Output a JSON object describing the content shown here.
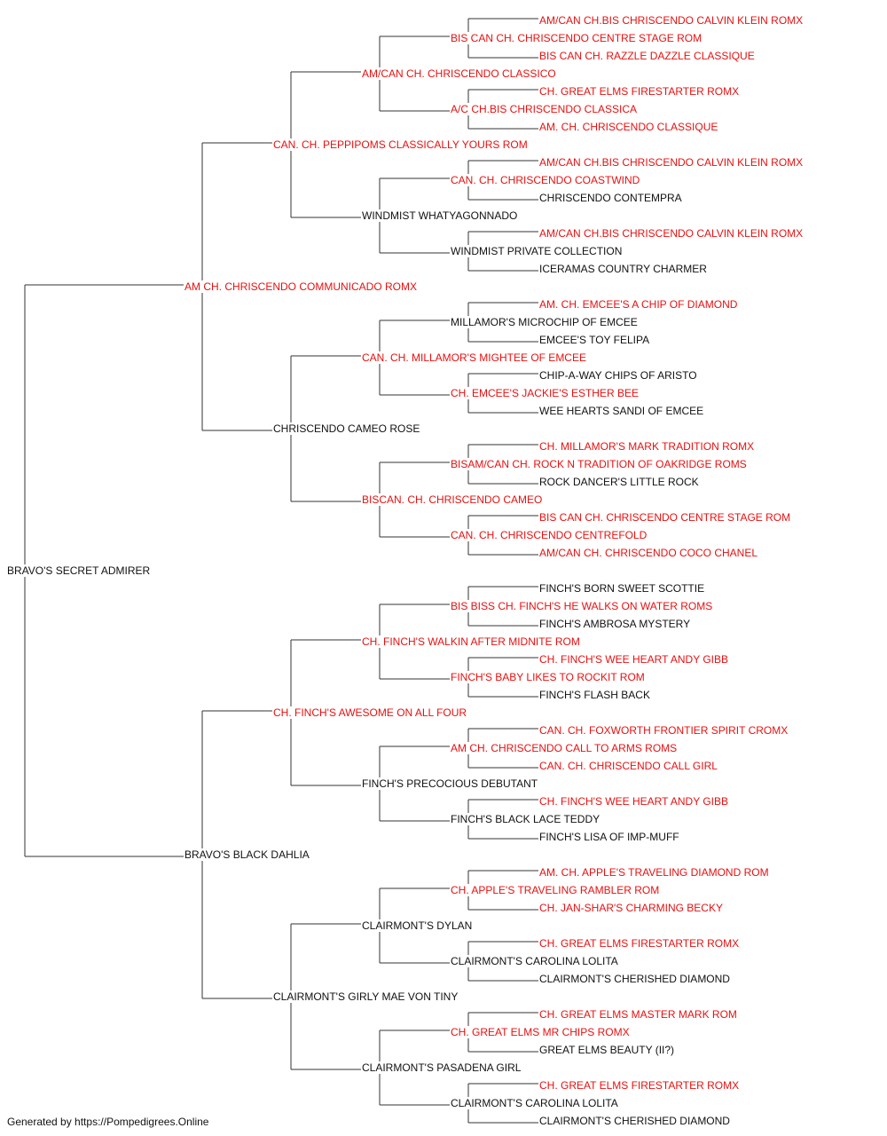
{
  "colors": {
    "champion": "#e81010",
    "normal": "#111111",
    "line": "#333333"
  },
  "pedigree": [
    {
      "text": "BRAVO'S SECRET ADMIRER",
      "red": false
    },
    {
      "text": "AM CH. CHRISCENDO COMMUNICADO ROMX",
      "red": true
    },
    {
      "text": "CAN. CH. PEPPIPOMS CLASSICALLY YOURS ROM",
      "red": true
    },
    {
      "text": "AM/CAN CH. CHRISCENDO CLASSICO",
      "red": true
    },
    {
      "text": "BIS CAN CH. CHRISCENDO CENTRE STAGE ROM",
      "red": true
    },
    {
      "text": "AM/CAN CH.BIS CHRISCENDO CALVIN KLEIN ROMX",
      "red": true
    },
    {
      "text": "BIS CAN CH. RAZZLE DAZZLE CLASSIQUE",
      "red": true
    },
    {
      "text": "A/C CH.BIS CHRISCENDO CLASSICA",
      "red": true
    },
    {
      "text": "CH. GREAT ELMS FIRESTARTER ROMX",
      "red": true
    },
    {
      "text": "AM. CH. CHRISCENDO CLASSIQUE",
      "red": true
    },
    {
      "text": "WINDMIST WHATYAGONNADO",
      "red": false
    },
    {
      "text": "CAN. CH. CHRISCENDO COASTWIND",
      "red": true
    },
    {
      "text": "AM/CAN CH.BIS CHRISCENDO CALVIN KLEIN ROMX",
      "red": true
    },
    {
      "text": "CHRISCENDO CONTEMPRA",
      "red": false
    },
    {
      "text": "WINDMIST PRIVATE COLLECTION",
      "red": false
    },
    {
      "text": "AM/CAN CH.BIS CHRISCENDO CALVIN KLEIN ROMX",
      "red": true
    },
    {
      "text": "ICERAMAS COUNTRY CHARMER",
      "red": false
    },
    {
      "text": "CHRISCENDO CAMEO ROSE",
      "red": false
    },
    {
      "text": "CAN. CH. MILLAMOR'S MIGHTEE OF EMCEE",
      "red": true
    },
    {
      "text": "MILLAMOR'S MICROCHIP OF EMCEE",
      "red": false
    },
    {
      "text": "AM. CH. EMCEE'S A CHIP OF DIAMOND",
      "red": true
    },
    {
      "text": "EMCEE'S TOY FELIPA",
      "red": false
    },
    {
      "text": "CH. EMCEE'S JACKIE'S ESTHER BEE",
      "red": true
    },
    {
      "text": "CHIP-A-WAY CHIPS OF ARISTO",
      "red": false
    },
    {
      "text": "WEE HEARTS SANDI OF EMCEE",
      "red": false
    },
    {
      "text": "BISCAN. CH. CHRISCENDO CAMEO",
      "red": true
    },
    {
      "text": "BISAM/CAN CH. ROCK N TRADITION OF OAKRIDGE ROMS",
      "red": true
    },
    {
      "text": "CH. MILLAMOR'S MARK TRADITION ROMX",
      "red": true
    },
    {
      "text": "ROCK DANCER'S LITTLE ROCK",
      "red": false
    },
    {
      "text": "CAN. CH. CHRISCENDO CENTREFOLD",
      "red": true
    },
    {
      "text": "BIS CAN CH. CHRISCENDO CENTRE STAGE ROM",
      "red": true
    },
    {
      "text": "AM/CAN CH. CHRISCENDO COCO CHANEL",
      "red": true
    },
    {
      "text": "BRAVO'S BLACK DAHLIA",
      "red": false
    },
    {
      "text": "CH. FINCH'S AWESOME ON ALL FOUR",
      "red": true
    },
    {
      "text": "CH. FINCH'S WALKIN AFTER MIDNITE ROM",
      "red": true
    },
    {
      "text": "BIS BISS CH. FINCH'S HE WALKS ON WATER ROMS",
      "red": true
    },
    {
      "text": "FINCH'S BORN SWEET SCOTTIE",
      "red": false
    },
    {
      "text": "FINCH'S AMBROSA MYSTERY",
      "red": false
    },
    {
      "text": "FINCH'S BABY LIKES TO ROCKIT ROM",
      "red": true
    },
    {
      "text": "CH. FINCH'S WEE HEART ANDY GIBB",
      "red": true
    },
    {
      "text": "FINCH'S FLASH BACK",
      "red": false
    },
    {
      "text": "FINCH'S PRECOCIOUS DEBUTANT",
      "red": false
    },
    {
      "text": "AM CH. CHRISCENDO CALL TO ARMS ROMS",
      "red": true
    },
    {
      "text": "CAN. CH. FOXWORTH FRONTIER SPIRIT CROMX",
      "red": true
    },
    {
      "text": "CAN. CH. CHRISCENDO CALL GIRL",
      "red": true
    },
    {
      "text": "FINCH'S BLACK LACE TEDDY",
      "red": false
    },
    {
      "text": "CH. FINCH'S WEE HEART ANDY GIBB",
      "red": true
    },
    {
      "text": "FINCH'S LISA OF IMP-MUFF",
      "red": false
    },
    {
      "text": "CLAIRMONT'S GIRLY MAE VON TINY",
      "red": false
    },
    {
      "text": "CLAIRMONT'S DYLAN",
      "red": false
    },
    {
      "text": "CH. APPLE'S TRAVELING RAMBLER ROM",
      "red": true
    },
    {
      "text": "AM. CH. APPLE'S TRAVELING DIAMOND ROM",
      "red": true
    },
    {
      "text": "CH. JAN-SHAR'S CHARMING BECKY",
      "red": true
    },
    {
      "text": "CLAIRMONT'S CAROLINA LOLITA",
      "red": false
    },
    {
      "text": "CH. GREAT ELMS FIRESTARTER ROMX",
      "red": true
    },
    {
      "text": "CLAIRMONT'S CHERISHED DIAMOND",
      "red": false
    },
    {
      "text": "CLAIRMONT'S PASADENA GIRL",
      "red": false
    },
    {
      "text": "CH. GREAT ELMS MR CHIPS ROMX",
      "red": true
    },
    {
      "text": "CH. GREAT ELMS MASTER MARK ROM",
      "red": true
    },
    {
      "text": "GREAT ELMS BEAUTY (II?)",
      "red": false
    },
    {
      "text": "CLAIRMONT'S CAROLINA LOLITA",
      "red": false
    },
    {
      "text": "CH. GREAT ELMS FIRESTARTER ROMX",
      "red": true
    },
    {
      "text": "CLAIRMONT'S CHERISHED DIAMOND",
      "red": false
    }
  ],
  "footer": "Generated by https://Pompedigrees.Online"
}
